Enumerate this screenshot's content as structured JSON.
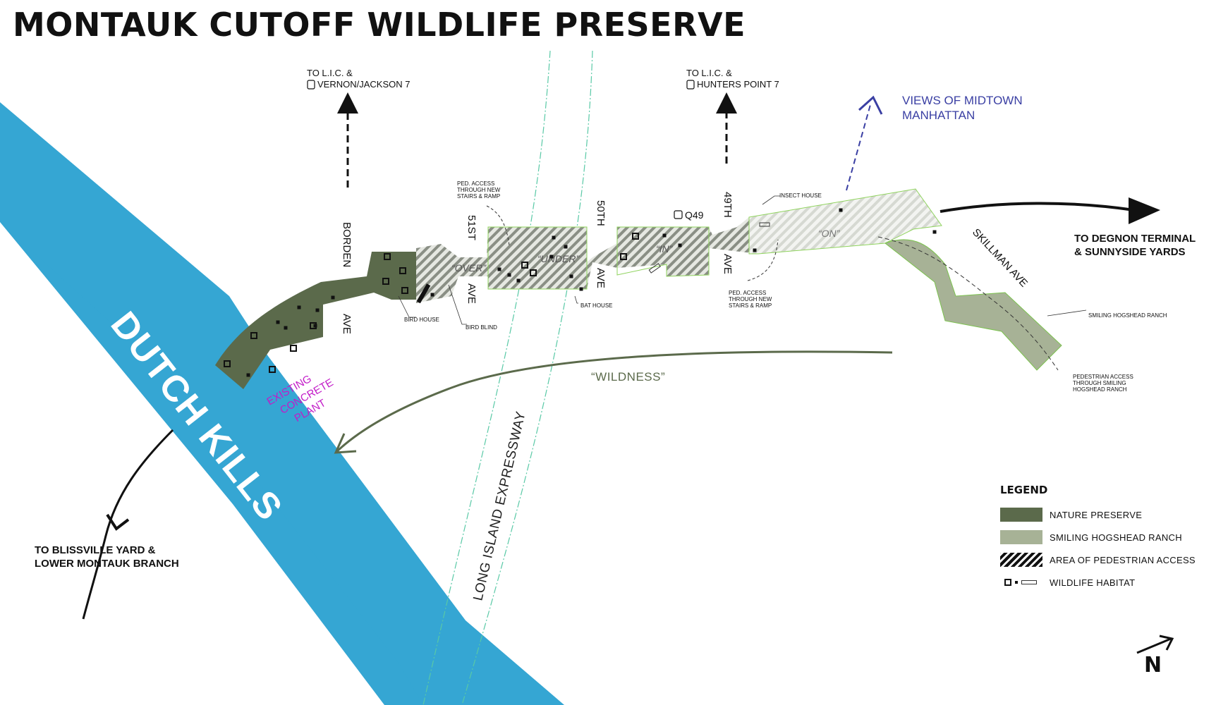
{
  "title": "MONTAUK CUTOFF WILDLIFE PRESERVE",
  "colors": {
    "nature_preserve": "#5b6a4b",
    "smiling_hogshead": "#a7b296",
    "water": "#35a6d3",
    "views_arrow": "#3a3fa3",
    "concrete_plant_label": "#c21bc8",
    "expressway_line": "#59c9a6"
  },
  "labels": {
    "dutch_kills": "DUTCH KILLS",
    "to_lic_vernon_1": "TO L.I.C. &",
    "to_lic_vernon_2": "VERNON/JACKSON 7",
    "to_lic_hunters_1": "TO L.I.C. &",
    "to_lic_hunters_2": "HUNTERS POINT 7",
    "views_1": "VIEWS OF MIDTOWN",
    "views_2": "MANHATTAN",
    "degnon_1": "TO DEGNON TERMINAL",
    "degnon_2": "& SUNNYSIDE YARDS",
    "blissville_1": "TO BLISSVILLE YARD &",
    "blissville_2": "LOWER MONTAUK BRANCH",
    "wildness": "“WILDNESS”",
    "concrete_1": "EXISTING",
    "concrete_2": "CONCRETE",
    "concrete_3": "PLANT",
    "expressway": "LONG ISLAND EXPRESSWAY",
    "borden": "BORDEN",
    "borden_ave": "AVE",
    "st51": "51ST",
    "st51_ave": "AVE",
    "th50": "50TH",
    "th50_ave": "AVE",
    "th49": "49TH",
    "th49_ave": "AVE",
    "skillman": "SKILLMAN AVE",
    "q49": "Q49",
    "ped_access_left_1": "PED. ACCESS",
    "ped_access_left_2": "THROUGH NEW",
    "ped_access_left_3": "STAIRS & RAMP",
    "ped_access_right_1": "PED. ACCESS",
    "ped_access_right_2": "THROUGH NEW",
    "ped_access_right_3": "STAIRS & RAMP",
    "insect_house": "INSECT HOUSE",
    "bird_house": "BIRD HOUSE",
    "bird_blind": "BIRD BLIND",
    "bat_house": "BAT HOUSE",
    "smiling_ranch": "SMILING HOGSHEAD RANCH",
    "ped_ranch_1": "PEDESTRIAN ACCESS",
    "ped_ranch_2": "THROUGH SMILING",
    "ped_ranch_3": "HOGSHEAD RANCH",
    "over": "“OVER”",
    "under": "“UNDER”",
    "in": "“IN”",
    "on": "“ON”"
  },
  "legend": {
    "title": "LEGEND",
    "items": [
      {
        "label": "NATURE PRESERVE"
      },
      {
        "label": "SMILING HOGSHEAD RANCH"
      },
      {
        "label": "AREA OF PEDESTRIAN ACCESS"
      },
      {
        "label": "WILDLIFE HABITAT"
      }
    ]
  },
  "north_label": "N"
}
